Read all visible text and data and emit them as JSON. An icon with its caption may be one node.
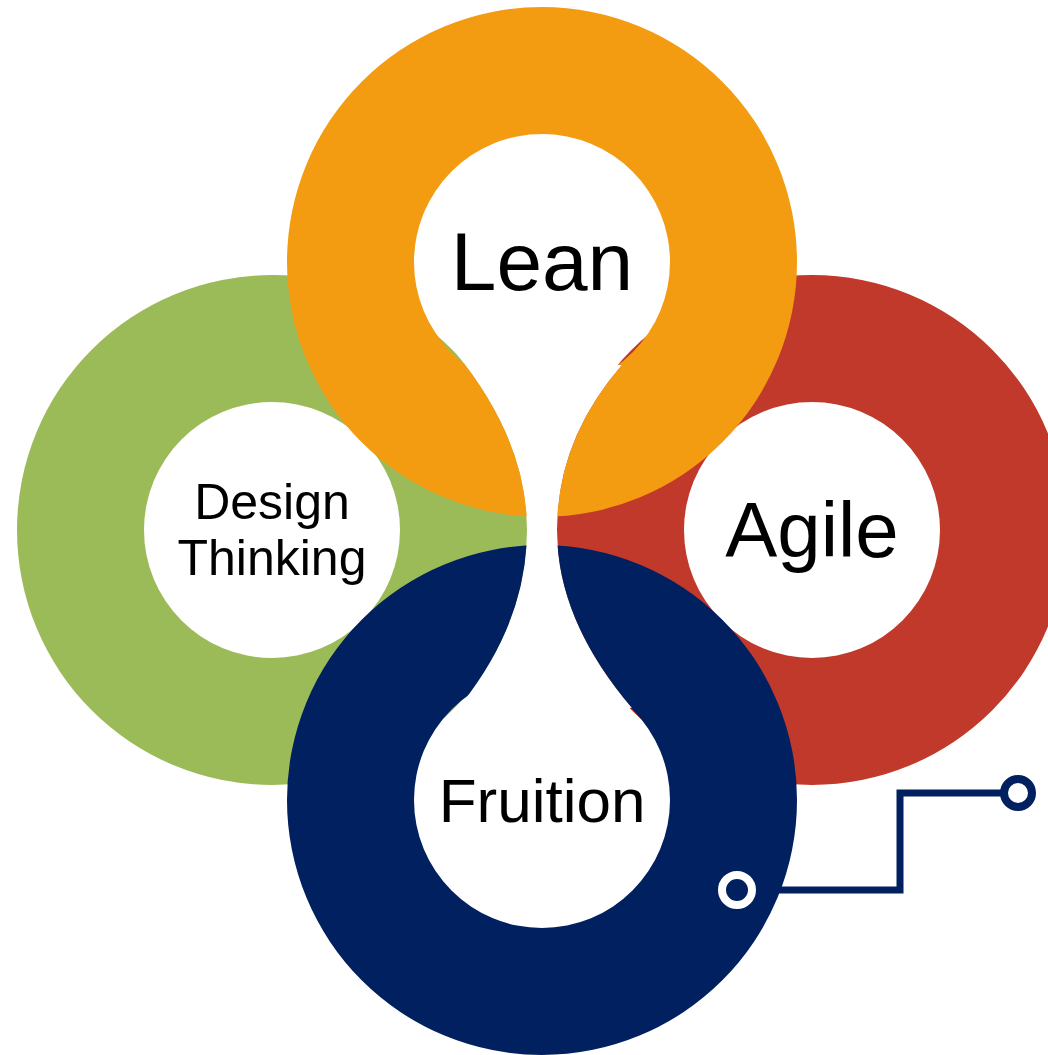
{
  "diagram": {
    "nodes": [
      {
        "text": [
          "Lean"
        ]
      },
      {
        "text": [
          "Design Thinking"
        ]
      },
      {
        "text": [
          "Agile"
        ]
      },
      {
        "text": [
          "Fruition"
        ]
      }
    ]
  }
}
